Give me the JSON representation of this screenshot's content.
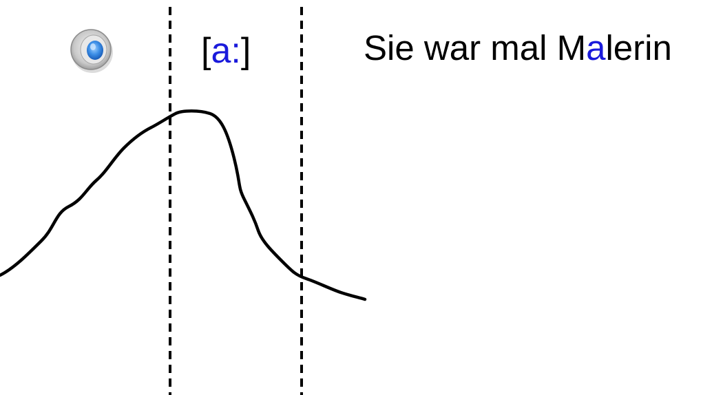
{
  "speaker": {
    "icon": "speaker-icon"
  },
  "phoneme": {
    "open_bracket": "[",
    "symbol": "a:",
    "close_bracket": "]"
  },
  "sentence": {
    "before": "Sie war mal M",
    "highlight": "a",
    "after": "lerin"
  },
  "colors": {
    "highlight": "#1a1adb",
    "line": "#000000"
  }
}
